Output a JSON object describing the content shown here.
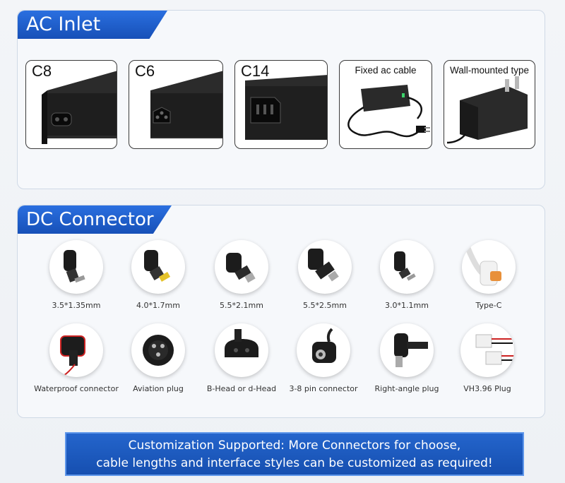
{
  "ac_section": {
    "title": "AC Inlet",
    "items": [
      {
        "label": "C8"
      },
      {
        "label": "C6"
      },
      {
        "label": "C14"
      },
      {
        "label": "Fixed ac cable"
      },
      {
        "label": "Wall-mounted type"
      }
    ]
  },
  "dc_section": {
    "title": "DC Connector",
    "items": [
      {
        "label": "3.5*1.35mm"
      },
      {
        "label": "4.0*1.7mm"
      },
      {
        "label": "5.5*2.1mm"
      },
      {
        "label": "5.5*2.5mm"
      },
      {
        "label": "3.0*1.1mm"
      },
      {
        "label": "Type-C"
      },
      {
        "label": "Waterproof connector"
      },
      {
        "label": "Aviation plug"
      },
      {
        "label": "B-Head or d-Head"
      },
      {
        "label": "3-8 pin connector"
      },
      {
        "label": "Right-angle plug"
      },
      {
        "label": "VH3.96 Plug"
      }
    ]
  },
  "banner": {
    "line1": "Customization Supported: More Connectors for choose,",
    "line2": "cable lengths and interface styles can be customized as required!"
  },
  "colors": {
    "ribbon_blue": "#1d5fcc",
    "banner_blue": "#1a56bb",
    "panel_border": "#cfd9e6"
  }
}
